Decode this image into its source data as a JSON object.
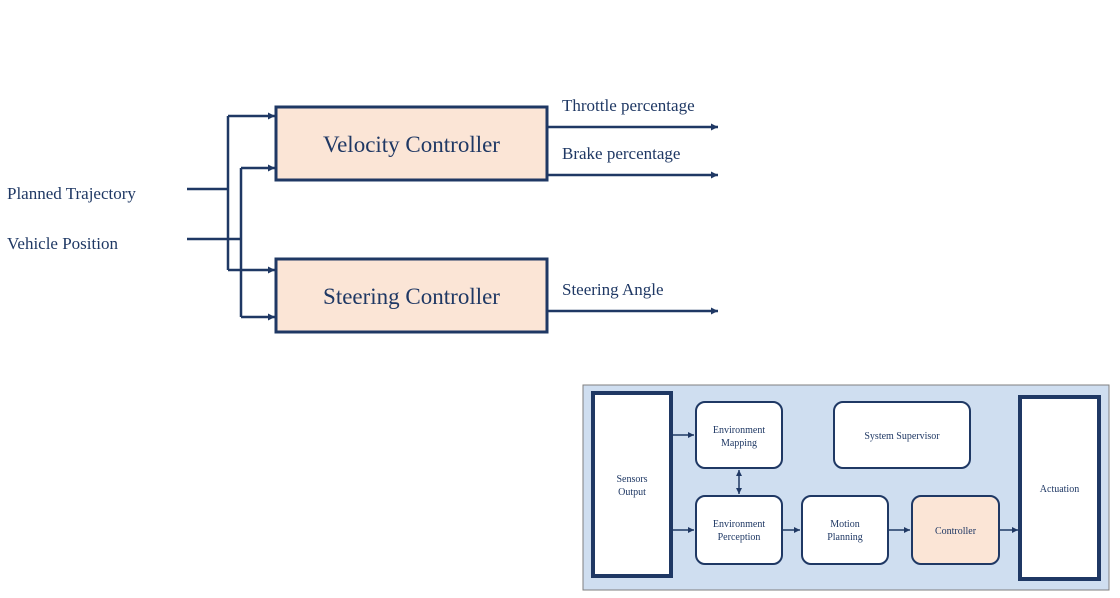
{
  "controllers": {
    "inputs": {
      "planned_trajectory": "Planned Trajectory",
      "vehicle_position": "Vehicle Position"
    },
    "velocity_controller": "Velocity Controller",
    "steering_controller": "Steering Controller",
    "outputs": {
      "throttle": "Throttle percentage",
      "brake": "Brake percentage",
      "steering": "Steering Angle"
    },
    "colors": {
      "box_fill": "#fbe5d6",
      "line": "#1f3864"
    }
  },
  "architecture": {
    "sensors_output": [
      "Sensors",
      "Output"
    ],
    "environment_mapping": [
      "Environment",
      "Mapping"
    ],
    "environment_perception": [
      "Environment",
      "Perception"
    ],
    "system_supervisor": "System Supervisor",
    "motion_planning": [
      "Motion",
      "Planning"
    ],
    "controller": "Controller",
    "actuation": "Actuation",
    "colors": {
      "panel_fill": "#cfdef0",
      "controller_fill": "#fbe5d6"
    }
  }
}
